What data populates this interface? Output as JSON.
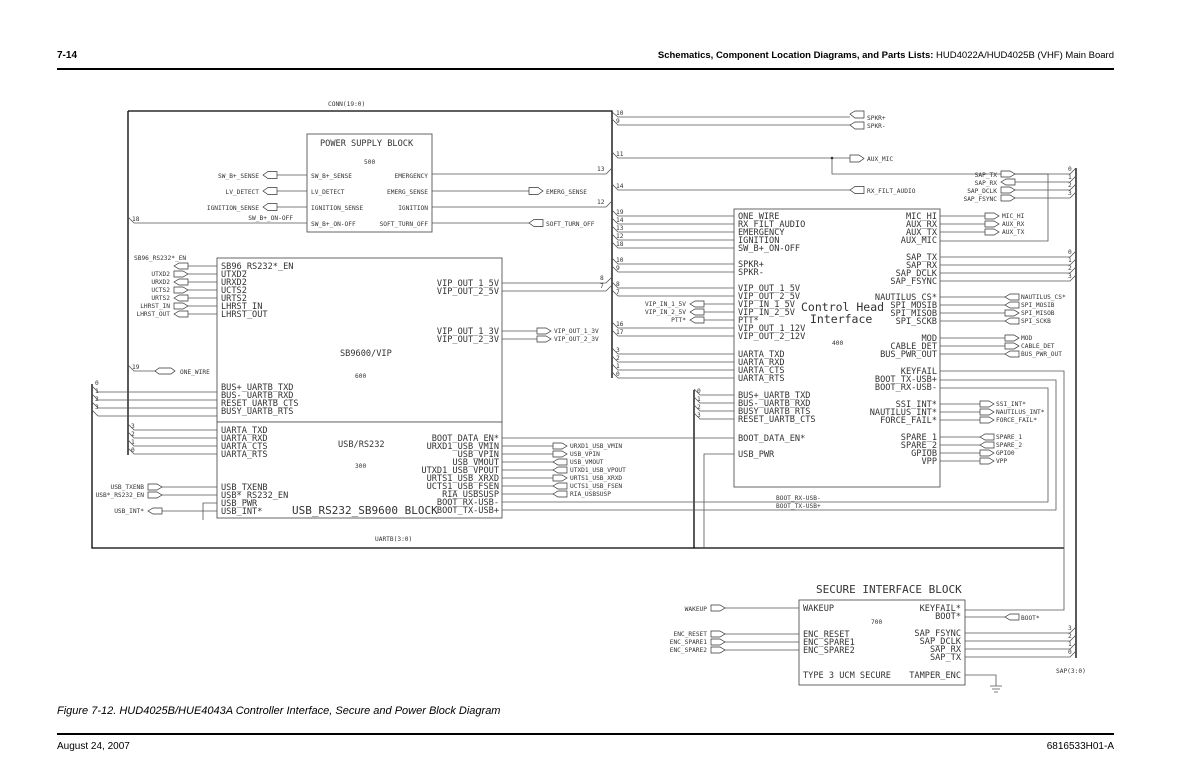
{
  "header": {
    "page_number": "7-14",
    "title_bold": "Schematics, Component Location Diagrams, and Parts Lists:",
    "title_rest": " HUD4022A/HUD4025B (VHF) Main Board"
  },
  "caption": "Figure 7-12. HUD4025B/HUE4043A Controller Interface, Secure and Power Block Diagram",
  "footer": {
    "date": "August 24, 2007",
    "doc_number": "6816533H01-A"
  },
  "buses": {
    "conn": "CONN(19:0)",
    "uartb": "UARTB(3:0)",
    "sap": "SAP(3:0)"
  },
  "power_block": {
    "title": "POWER SUPPLY BLOCK",
    "ref": "500",
    "left_pins": [
      "SW_B+_SENSE",
      "LV_DETECT",
      "IGNITION_SENSE",
      "SW_B+_ON-OFF"
    ],
    "right_pins": [
      "EMERGENCY",
      "EMERG_SENSE",
      "IGNITION",
      "SOFT_TURN_OFF"
    ],
    "ports_left": [
      "SW_B+_SENSE",
      "LV_DETECT",
      "IGNITION_SENSE"
    ],
    "net_left": "SW_B+_ON-OFF",
    "ports_right": [
      "EMERG_SENSE",
      "SOFT_TURN_OFF"
    ]
  },
  "sb9600_block": {
    "title": "SB9600/VIP",
    "ref": "600",
    "left_pins": [
      "SB96_RS232*_EN",
      "UTXD2",
      "URXD2",
      "UCTS2",
      "URTS2",
      "LHRST_IN",
      "LHRST_OUT"
    ],
    "left_pins_b": [
      "BUS+_UARTB_TXD",
      "BUS-_UARTB_RXD",
      "RESET_UARTB_CTS",
      "BUSY_UARTB_RTS"
    ],
    "right_pins_a": [
      "VIP_OUT_1_5V",
      "VIP_OUT_2_5V"
    ],
    "right_pins_b": [
      "VIP_OUT_1_3V",
      "VIP_OUT_2_3V"
    ],
    "ports_left": [
      "SB96_RS232*_EN",
      "UTXD2",
      "URXD2",
      "UCTS2",
      "URTS2",
      "LHRST_IN",
      "LHRST_OUT"
    ],
    "ports_right": [
      "VIP_OUT_1_3V",
      "VIP_OUT_2_3V"
    ],
    "one_wire_port": "ONE_WIRE"
  },
  "usb_block": {
    "title": "USB/RS232",
    "ref": "300",
    "name": "USB_RS232_SB9600 BLOCK",
    "left_pins_a": [
      "UARTA_TXD",
      "UARTA_RXD",
      "UARTA_CTS",
      "UARTA_RTS"
    ],
    "left_pins_b": [
      "USB_TXENB",
      "USB*_RS232_EN",
      "USB_PWR",
      "USB_INT*"
    ],
    "right_pins": [
      "BOOT_DATA_EN*",
      "URXD1_USB_VMIN",
      "USB_VPIN",
      "USB_VMOUT",
      "UTXD1_USB_VPOUT",
      "URTS1_USB_XRXD",
      "UCTS1_USB_FSEN",
      "RIA_USBSUSP",
      "BOOT_RX-USB-",
      "BOOT_TX-USB+"
    ],
    "ports_left": [
      "USB_TXENB",
      "USB*_RS232_EN",
      "USB_INT*"
    ],
    "ports_right": [
      "URXD1_USB_VMIN",
      "USB_VPIN",
      "USB_VMOUT",
      "UTXD1_USB_VPOUT",
      "URTS1_USB_XRXD",
      "UCTS1_USB_FSEN",
      "RIA_USBSUSP"
    ]
  },
  "control_head": {
    "title_line1": "Control Head",
    "title_line2": "Interface",
    "ref": "400",
    "left_pins_a": [
      "ONE_WIRE",
      "RX_FILT_AUDIO",
      "EMERGENCY",
      "IGNITION",
      "SW_B+_ON-OFF"
    ],
    "left_pins_b": [
      "SPKR+",
      "SPKR-"
    ],
    "left_pins_c": [
      "VIP_OUT_1_5V",
      "VIP_OUT_2_5V",
      "VIP_IN_1_5V",
      "VIP_IN_2_5V",
      "PTT*",
      "VIP_OUT_1_12V",
      "VIP_OUT_2_12V"
    ],
    "left_pins_d": [
      "UARTA_TXD",
      "UARTA_RXD",
      "UARTA_CTS",
      "UARTA_RTS"
    ],
    "left_pins_e": [
      "BUS+_UARTB_TXD",
      "BUS-_UARTB_RXD",
      "BUSY_UARTB_RTS",
      "RESET_UARTB_CTS"
    ],
    "left_pins_f": [
      "BOOT_DATA_EN*"
    ],
    "left_pins_g": [
      "USB_PWR"
    ],
    "right_pins_a": [
      "MIC_HI",
      "AUX_RX",
      "AUX_TX",
      "AUX_MIC"
    ],
    "right_pins_b": [
      "SAP_TX",
      "SAP_RX",
      "SAP_DCLK",
      "SAP_FSYNC"
    ],
    "right_pins_c": [
      "NAUTILUS_CS*",
      "SPI_MOSIB",
      "SPI_MISOB",
      "SPI_SCKB"
    ],
    "right_pins_d": [
      "MOD",
      "CABLE_DET",
      "BUS_PWR_OUT"
    ],
    "right_pins_e": [
      "KEYFAIL",
      "BOOT_TX-USB+",
      "BOOT_RX-USB-"
    ],
    "right_pins_f": [
      "SSI_INT*",
      "NAUTILUS_INT*",
      "FORCE_FAIL*"
    ],
    "right_pins_g": [
      "SPARE_1",
      "SPARE_2",
      "GPIOB",
      "VPP"
    ],
    "ports_left": [
      "VIP_IN_1_5V",
      "VIP_IN_2_5V",
      "PTT*"
    ],
    "ports_right_a": [
      "MIC_HI",
      "AUX_RX",
      "AUX_TX"
    ],
    "ports_right_c": [
      "NAUTILUS_CS*",
      "SPI_MOSIB",
      "SPI_MISOB",
      "SPI_SCKB"
    ],
    "ports_right_d": [
      "MOD",
      "CABLE_DET",
      "BUS_PWR_OUT"
    ],
    "ports_right_f": [
      "SSI_INT*",
      "NAUTILUS_INT*",
      "FORCE_FAIL*"
    ],
    "ports_right_g": [
      "SPARE_1",
      "SPARE_2",
      "GPIO0",
      "VPP"
    ],
    "sap_ports": [
      "SAP_TX",
      "SAP_RX",
      "SAP_DCLK",
      "SAP_FSYNC"
    ]
  },
  "top_nets": {
    "spkr_plus": "SPKR+",
    "spkr_minus": "SPKR-",
    "aux_mic": "AUX_MIC",
    "rx_filt_audio": "RX_FILT_AUDIO"
  },
  "boot_nets": [
    "BOOT_RX-USB-",
    "BOOT_TX-USB+"
  ],
  "secure_block": {
    "title": "SECURE INTERFACE BLOCK",
    "ref": "700",
    "type": "TYPE 3 UCM SECURE",
    "left_pins": [
      "WAKEUP",
      "ENC_RESET",
      "ENC_SPARE1",
      "ENC_SPARE2"
    ],
    "right_pins": [
      "KEYFAIL*",
      "BOOT*",
      "SAP_FSYNC",
      "SAP_DCLK",
      "SAP_RX",
      "SAP_TX",
      "TAMPER_ENC"
    ],
    "ports_left": [
      "WAKEUP",
      "ENC_RESET",
      "ENC_SPARE1",
      "ENC_SPARE2"
    ],
    "boot_port": "BOOT*"
  },
  "conn_taps": {
    "top": [
      "10",
      "9",
      "11",
      "13",
      "14",
      "12"
    ],
    "ch_a": [
      "19",
      "14",
      "13",
      "12",
      "18"
    ],
    "ch_b": [
      "10",
      "9"
    ],
    "vip_a": [
      "8",
      "7"
    ],
    "vip_b": [
      "16",
      "17"
    ],
    "uarta": [
      "3",
      "2",
      "1",
      "0"
    ],
    "left_18": "18",
    "left_19": "19",
    "vip_src": [
      "8",
      "7"
    ],
    "uartb_left": [
      "0",
      "1",
      "2",
      "3"
    ],
    "uarta_left": [
      "3",
      "2",
      "1",
      "0"
    ],
    "uartb_ch": [
      "0",
      "1",
      "2",
      "3"
    ],
    "sap_top1": [
      "0",
      "1",
      "2",
      "3"
    ],
    "sap_top2": [
      "0",
      "1",
      "2",
      "3"
    ],
    "sap_bottom": [
      "3",
      "2",
      "1",
      "0"
    ]
  }
}
